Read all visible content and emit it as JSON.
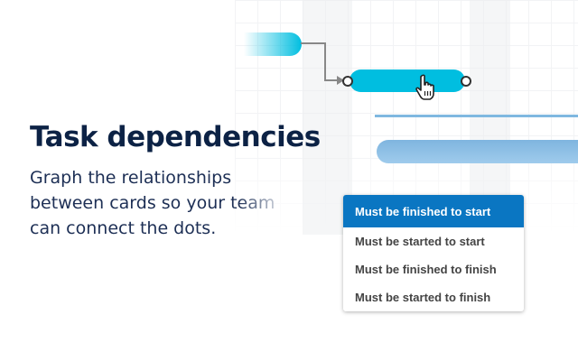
{
  "heading": "Task dependencies",
  "description": {
    "line1": "Graph the relationships",
    "line2_start": "between cards so your t",
    "line2_fade": "eam",
    "line3": "can connect the dots."
  },
  "dependency_menu": {
    "selected_index": 0,
    "options": [
      "Must be finished to start",
      "Must be started to start",
      "Must be finished to finish",
      "Must be started to finish"
    ]
  },
  "colors": {
    "accent": "#00bee0",
    "selected": "#0a76c2",
    "heading": "#0c2245"
  },
  "icons": {
    "cursor": "hand-pointer-icon"
  }
}
